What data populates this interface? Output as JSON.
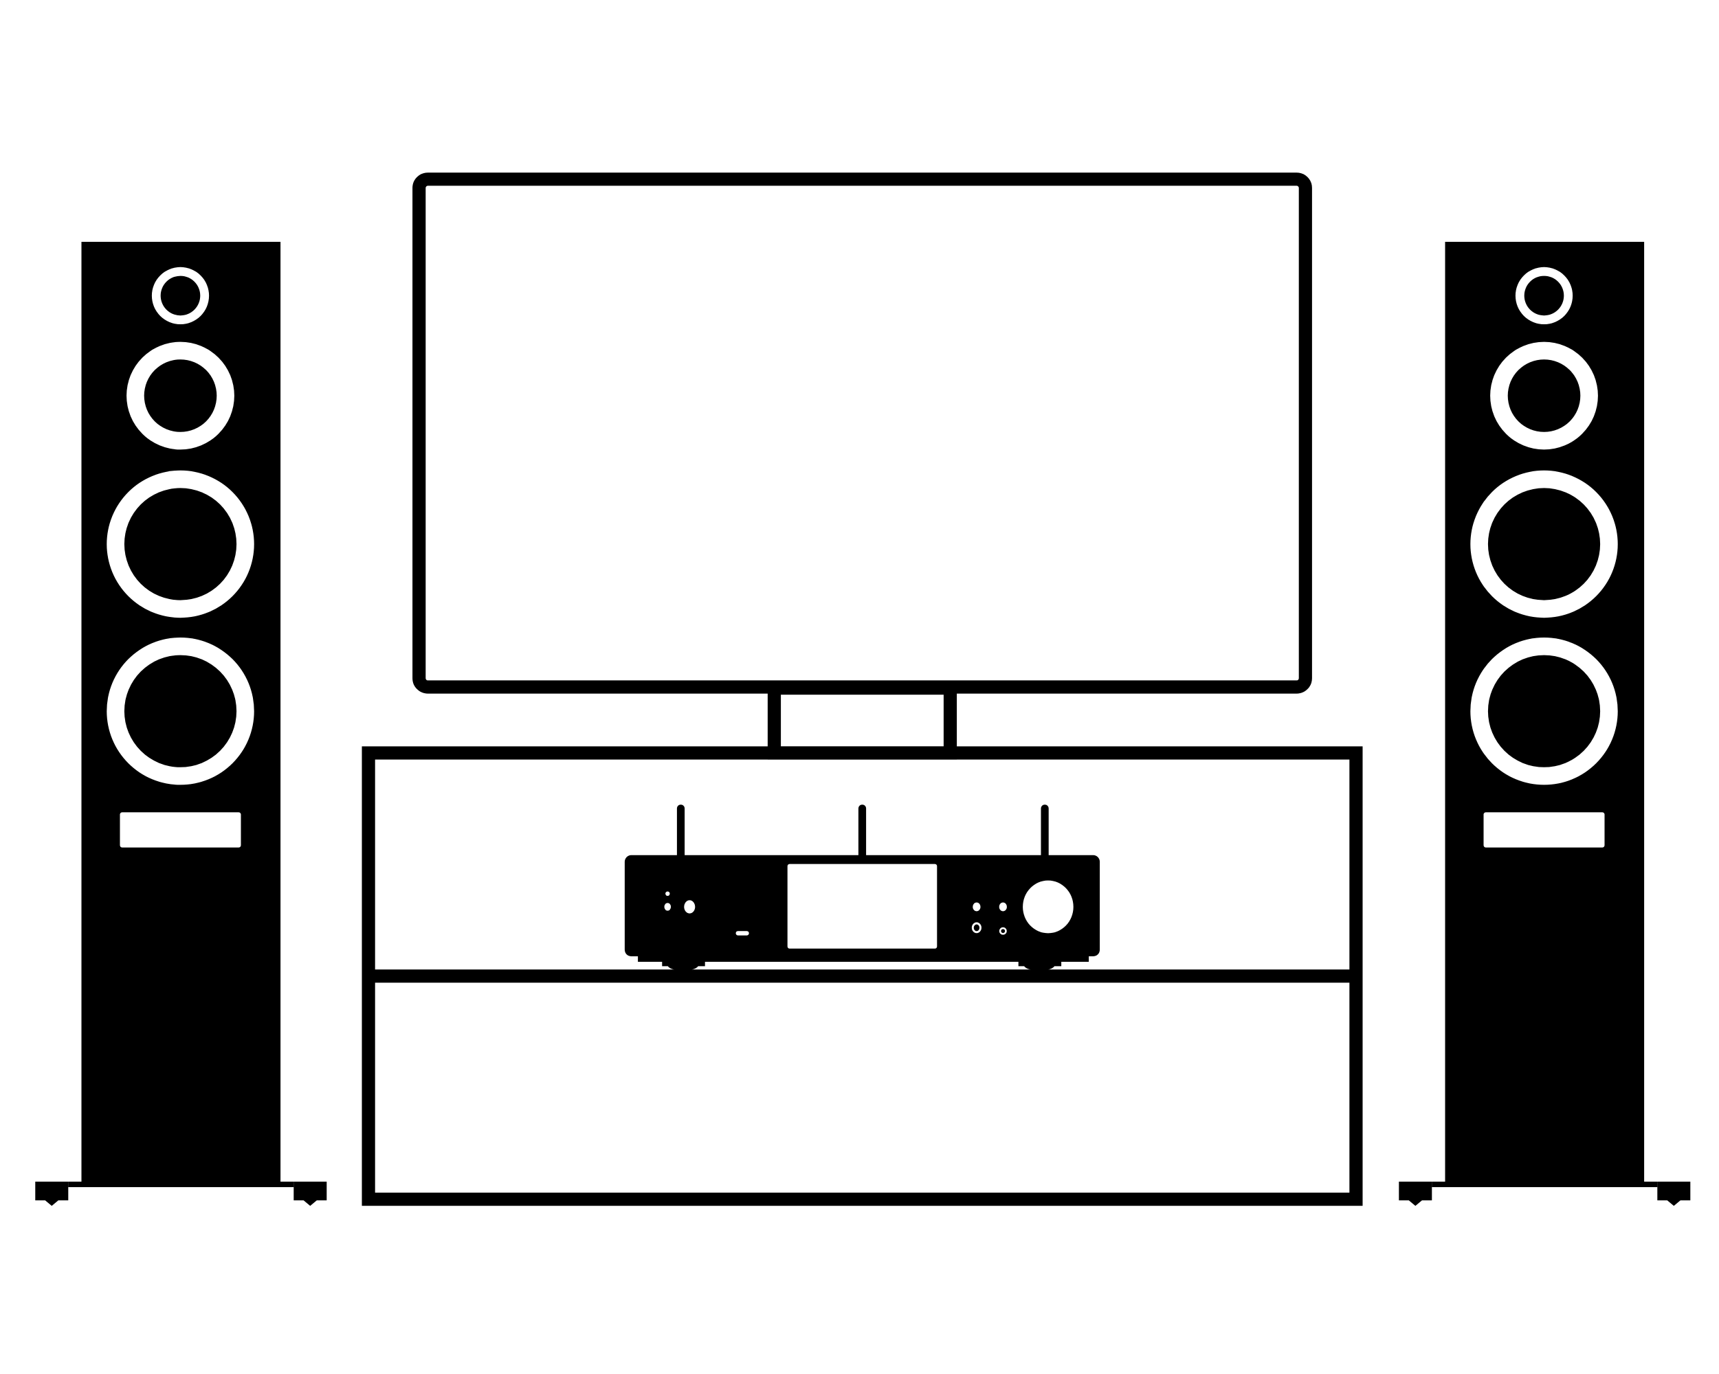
{
  "scene": {
    "subject": "home-theater-icon",
    "colors": {
      "ink": "#000000",
      "paper": "#ffffff"
    },
    "components": [
      "tv",
      "tv-stand-neck",
      "media-cabinet",
      "av-receiver",
      "left-floor-speaker",
      "right-floor-speaker"
    ]
  }
}
